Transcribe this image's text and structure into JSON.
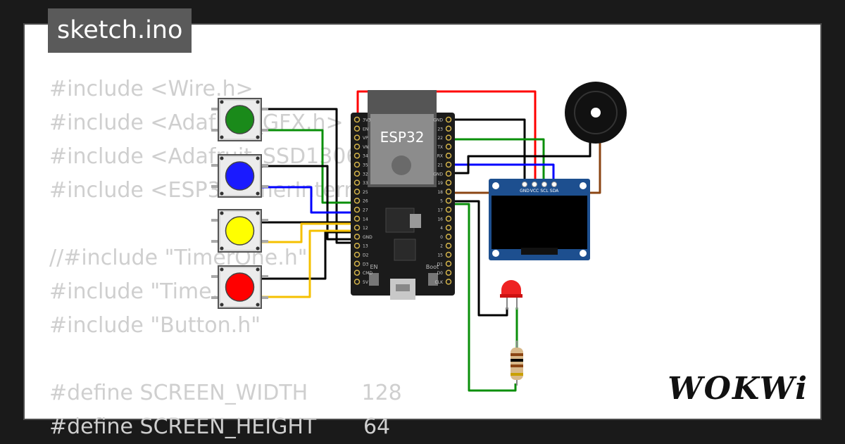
{
  "tab": {
    "label": "sketch.ino"
  },
  "code_lines": [
    "#include <Wire.h>",
    "#include <Adafruit_GFX.h>",
    "#include <Adafruit_SSD1306.h>",
    "#include <ESP32TimerInterrupt.h>",
    "",
    "//#include \"TimerOne.h\"",
    "#include \"Time.h\"",
    "#include \"Button.h\"",
    "",
    "#define SCREEN_WIDTH        128",
    "#define SCREEN_HEIGHT       64"
  ],
  "board": {
    "label": "ESP32",
    "left_pins": [
      "3V3",
      "EN",
      "VP",
      "VN",
      "34",
      "35",
      "32",
      "33",
      "25",
      "26",
      "27",
      "14",
      "12",
      "GND",
      "13",
      "D2",
      "D3",
      "CMD",
      "5V"
    ],
    "right_pins": [
      "GND",
      "23",
      "22",
      "TX",
      "RX",
      "21",
      "GND",
      "19",
      "18",
      "5",
      "17",
      "16",
      "4",
      "0",
      "2",
      "15",
      "D1",
      "D0",
      "CLK"
    ],
    "en_label": "EN",
    "boot_label": "Boot"
  },
  "oled": {
    "pins": [
      "GND",
      "VCC",
      "SCL",
      "SDA"
    ]
  },
  "buttons": [
    {
      "name": "green",
      "color": "#1a8a1a"
    },
    {
      "name": "blue",
      "color": "#1a1aff"
    },
    {
      "name": "yellow",
      "color": "#ffff00"
    },
    {
      "name": "red",
      "color": "#ff0000"
    }
  ],
  "wire_colors": {
    "red": "#ff0000",
    "green": "#0a8f0a",
    "blue": "#0000ff",
    "black": "#000000",
    "yellow": "#f5c000",
    "brown": "#8b4513"
  },
  "brand": {
    "label": "WOKWi"
  }
}
